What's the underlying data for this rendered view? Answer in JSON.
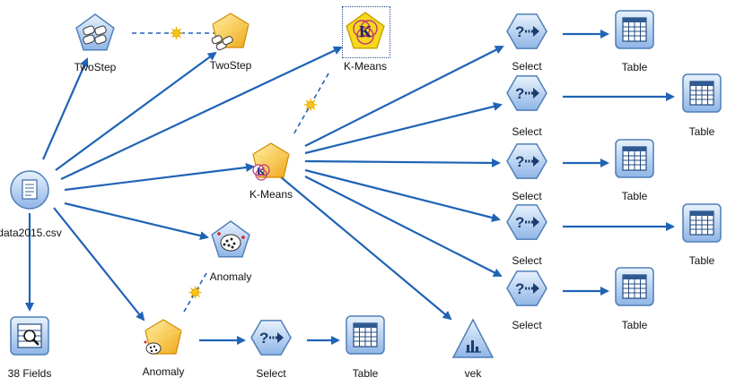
{
  "canvas": {
    "background": "#ffffff",
    "link_color": "#1f63b5",
    "accent_yellow": "#f5c518"
  },
  "nodes": [
    {
      "id": "source",
      "label": "data2015.csv",
      "kind": "source"
    },
    {
      "id": "fields",
      "label": "38 Fields",
      "kind": "output-fields"
    },
    {
      "id": "twostep-model",
      "label": "TwoStep",
      "kind": "model-twostep"
    },
    {
      "id": "twostep-nugget",
      "label": "TwoStep",
      "kind": "nugget-twostep"
    },
    {
      "id": "kmeans-model",
      "label": "K-Means",
      "kind": "model-kmeans",
      "selected": true
    },
    {
      "id": "kmeans-nugget",
      "label": "K-Means",
      "kind": "nugget-kmeans"
    },
    {
      "id": "anomaly-model",
      "label": "Anomaly",
      "kind": "model-anomaly"
    },
    {
      "id": "anomaly-nugget",
      "label": "Anomaly",
      "kind": "nugget-anomaly"
    },
    {
      "id": "select-1",
      "label": "Select",
      "kind": "select"
    },
    {
      "id": "select-2",
      "label": "Select",
      "kind": "select"
    },
    {
      "id": "select-3",
      "label": "Select",
      "kind": "select"
    },
    {
      "id": "select-4",
      "label": "Select",
      "kind": "select"
    },
    {
      "id": "select-5",
      "label": "Select",
      "kind": "select"
    },
    {
      "id": "select-6",
      "label": "Select",
      "kind": "select"
    },
    {
      "id": "table-1",
      "label": "Table",
      "kind": "table"
    },
    {
      "id": "table-2",
      "label": "Table",
      "kind": "table"
    },
    {
      "id": "table-3",
      "label": "Table",
      "kind": "table"
    },
    {
      "id": "table-4",
      "label": "Table",
      "kind": "table"
    },
    {
      "id": "table-5",
      "label": "Table",
      "kind": "table"
    },
    {
      "id": "table-6",
      "label": "Table",
      "kind": "table"
    },
    {
      "id": "graph-vek",
      "label": "vek",
      "kind": "graph"
    }
  ],
  "links": [
    {
      "from": "source",
      "to": "twostep-model"
    },
    {
      "from": "source",
      "to": "twostep-nugget"
    },
    {
      "from": "source",
      "to": "kmeans-model"
    },
    {
      "from": "source",
      "to": "kmeans-nugget"
    },
    {
      "from": "source",
      "to": "anomaly-model"
    },
    {
      "from": "source",
      "to": "anomaly-nugget"
    },
    {
      "from": "source",
      "to": "fields"
    },
    {
      "from": "kmeans-nugget",
      "to": "select-1"
    },
    {
      "from": "kmeans-nugget",
      "to": "select-2"
    },
    {
      "from": "kmeans-nugget",
      "to": "select-3"
    },
    {
      "from": "kmeans-nugget",
      "to": "select-4"
    },
    {
      "from": "kmeans-nugget",
      "to": "select-5"
    },
    {
      "from": "kmeans-nugget",
      "to": "graph-vek"
    },
    {
      "from": "select-1",
      "to": "table-1"
    },
    {
      "from": "select-2",
      "to": "table-2"
    },
    {
      "from": "select-3",
      "to": "table-3"
    },
    {
      "from": "select-4",
      "to": "table-4"
    },
    {
      "from": "select-5",
      "to": "table-5"
    },
    {
      "from": "anomaly-nugget",
      "to": "select-6"
    },
    {
      "from": "select-6",
      "to": "table-6"
    }
  ],
  "model_links": [
    {
      "from": "twostep-model",
      "to": "twostep-nugget"
    },
    {
      "from": "kmeans-model",
      "to": "kmeans-nugget"
    },
    {
      "from": "anomaly-model",
      "to": "anomaly-nugget"
    }
  ]
}
